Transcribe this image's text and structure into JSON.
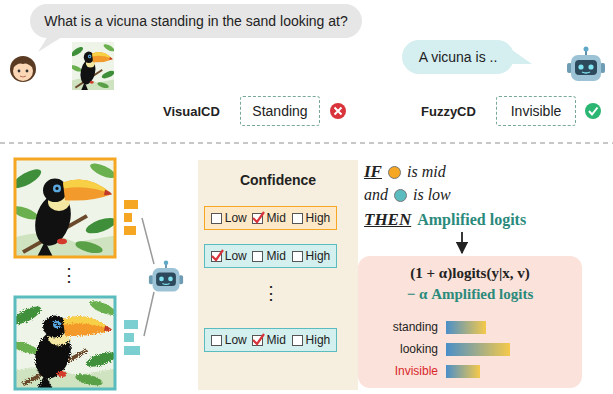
{
  "diagram": {
    "nodes": [
      {
        "text": [
          "What is a vicuna standing in the sand looking at?"
        ]
      },
      {
        "text": [
          "A vicuna is .."
        ]
      },
      {
        "text": [
          "Standing"
        ]
      },
      {
        "text": [
          "Invisible"
        ]
      },
      {
        "text": [
          "Confidence"
        ]
      },
      {
        "text": [
          "Low",
          "Mid",
          "High"
        ],
        "in": 4
      },
      {
        "text": [
          "Low",
          "Mid",
          "High"
        ],
        "in": 4
      },
      {
        "text": [
          "Low",
          "Mid",
          "High"
        ],
        "in": 4
      },
      {
        "text": [
          "(1 + α)logits(y|x, v)",
          "− α Amplified logits",
          "standing",
          "looking",
          "Invisible"
        ]
      }
    ],
    "labels": [
      "VisualCD",
      "FuzzyCD",
      "⋮",
      "⋮",
      "IF",
      "is mid",
      "and",
      "is low",
      "THEN",
      "Amplified logits"
    ]
  }
}
